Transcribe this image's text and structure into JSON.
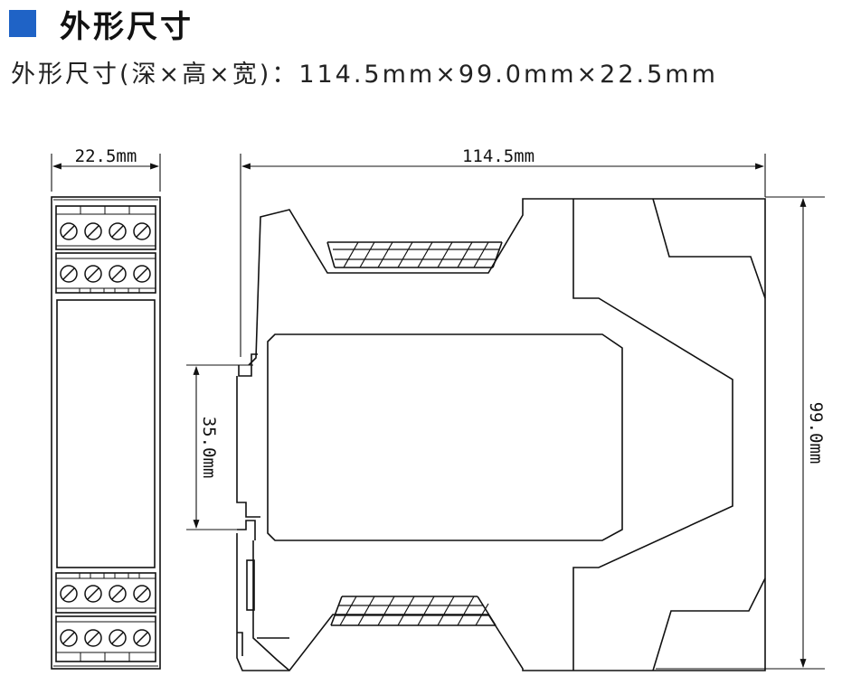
{
  "title": "外形尺寸",
  "subtitle": "外形尺寸(深×高×宽)：114.5mm×99.0mm×22.5mm",
  "dimensions": {
    "front_width": "22.5mm",
    "side_depth": "114.5mm",
    "side_height": "99.0mm",
    "rail_height": "35.0mm"
  },
  "colors": {
    "accent": "#1f63c6",
    "line": "#111111"
  }
}
